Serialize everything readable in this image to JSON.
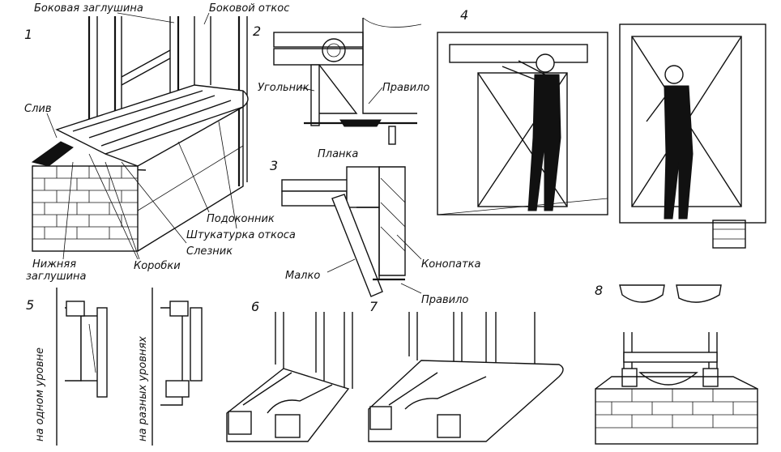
{
  "figures": {
    "fig1": {
      "number": "1",
      "labels": {
        "side_plug": "Боковая заглушина",
        "side_slope": "Боковой откос",
        "drip": "Слив",
        "sill": "Подоконник",
        "plaster_slope": "Штукатурка откоса",
        "water_drip": "Слезник",
        "lower_plug_1": "Нижняя",
        "lower_plug_2": "заглушина",
        "frames": "Коробки"
      }
    },
    "fig2": {
      "number": "2",
      "labels": {
        "square": "Угольник",
        "rule": "Правило",
        "strip": "Планка"
      }
    },
    "fig3": {
      "number": "3",
      "labels": {
        "bevel": "Малко",
        "caulk": "Конопатка",
        "rule": "Правило"
      }
    },
    "fig4": {
      "number": "4"
    },
    "fig5": {
      "number": "5",
      "labels": {
        "same_level": "на одном уровне",
        "diff_levels": "на разных уровнях"
      }
    },
    "fig6": {
      "number": "6"
    },
    "fig7": {
      "number": "7"
    },
    "fig8": {
      "number": "8"
    }
  }
}
